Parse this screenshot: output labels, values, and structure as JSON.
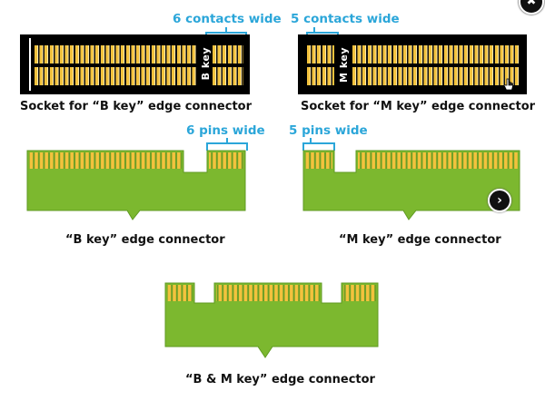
{
  "labels": {
    "socket_b_annotation": "6 contacts wide",
    "socket_m_annotation": "5 contacts wide",
    "socket_b_key": "B key",
    "socket_m_key": "M key",
    "socket_b_caption": "Socket for “B key” edge connector",
    "socket_m_caption": "Socket for “M key” edge connector",
    "connector_b_annotation": "6 pins wide",
    "connector_m_annotation": "5 pins wide",
    "connector_b_caption": "“B key” edge connector",
    "connector_m_caption": "“M key” edge connector",
    "connector_bm_caption": "“B & M key” edge connector"
  },
  "controls": {
    "close_glyph": "✖",
    "next_glyph": "›"
  },
  "colors": {
    "annotation_blue": "#2ba6d9",
    "pcb_green": "#7cb82f",
    "pcb_dark_edge": "#5f9a22",
    "contact_gold": "#f3c23d",
    "socket_black": "#000000"
  }
}
